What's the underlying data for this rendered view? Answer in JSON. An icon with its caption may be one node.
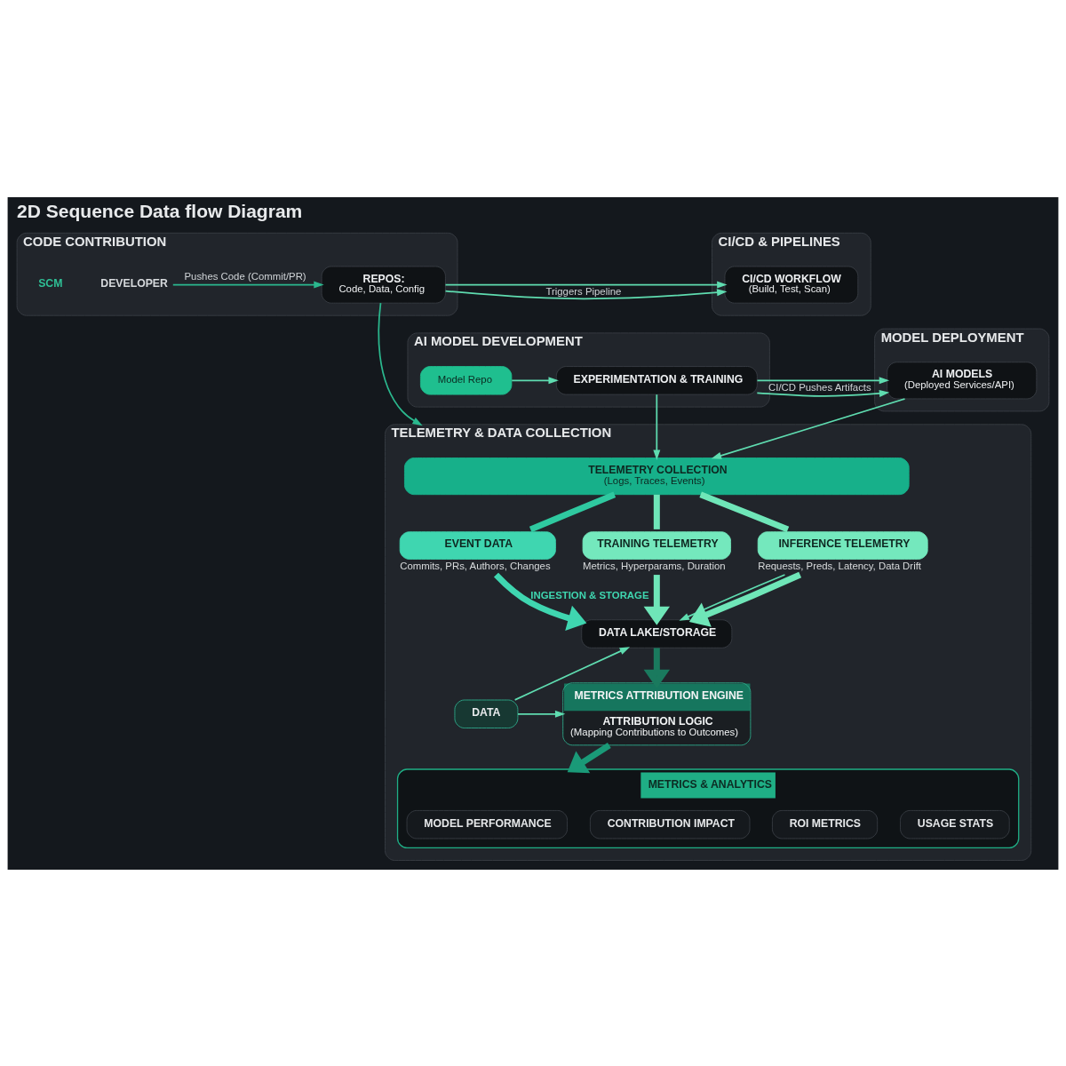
{
  "diagram": {
    "title": "2D Sequence Data flow Diagram",
    "nodes": [
      {
        "text": [
          "CODE CONTRIBUTION"
        ]
      },
      {
        "text": [
          "DEVELOPER"
        ],
        "in": 0
      },
      {
        "text": [
          "REPOS:",
          "Code, Data, Config"
        ],
        "in": 0
      },
      {
        "text": [
          "CI/CD & PIPELINES"
        ]
      },
      {
        "text": [
          "CI/CD WORKFLOW",
          "(Build, Test, Scan)"
        ],
        "in": 3
      },
      {
        "text": [
          "AI MODEL DEVELOPMENT"
        ]
      },
      {
        "text": [
          "Model Repo"
        ],
        "in": 5
      },
      {
        "text": [
          "EXPERIMENTATION & TRAINING"
        ],
        "in": 5
      },
      {
        "text": [
          "MODEL DEPLOYMENT"
        ]
      },
      {
        "text": [
          "AI MODELS",
          "(Deployed Services/API)"
        ],
        "in": 8
      },
      {
        "text": [
          "TELEMETRY & DATA COLLECTION"
        ]
      },
      {
        "text": [
          "TELEMETRY COLLECTION",
          "(Logs, Traces, Events)"
        ],
        "in": 10
      },
      {
        "text": [
          "EVENT DATA"
        ],
        "beside": [
          "Commits, PRs, Authors, Changes"
        ],
        "in": 10
      },
      {
        "text": [
          "TRAINING TELEMETRY"
        ],
        "beside": [
          "Metrics, Hyperparams, Duration"
        ],
        "in": 10
      },
      {
        "text": [
          "INFERENCE TELEMETRY"
        ],
        "beside": [
          "Requests, Preds, Latency, Data Drift"
        ],
        "in": 10
      },
      {
        "text": [
          "DATA LAKE/STORAGE"
        ],
        "in": 10
      },
      {
        "text": [
          "METRICS ATTRIBUTION ENGINE",
          "ATTRIBUTION LOGIC",
          "(Mapping Contributions to Outcomes)"
        ],
        "in": 10
      },
      {
        "text": [
          "DATA"
        ],
        "in": 10
      },
      {
        "text": [
          "METRICS & ANALYTICS"
        ],
        "in": 10
      },
      {
        "text": [
          "MODEL PERFORMANCE"
        ],
        "in": 18
      },
      {
        "text": [
          "CONTRIBUTION IMPACT"
        ],
        "in": 18
      },
      {
        "text": [
          "ROI METRICS"
        ],
        "in": 18
      },
      {
        "text": [
          "USAGE STATS"
        ],
        "in": 18
      }
    ],
    "edges": [
      {
        "from": 1,
        "to": 2,
        "arrow": "to",
        "label": "Pushes Code (Commit/PR)",
        "color": "#2bb88e"
      },
      {
        "from": 2,
        "to": 4,
        "arrow": "to",
        "label": "Triggers Pipeline"
      },
      {
        "from": 2,
        "to": 10,
        "arrow": "to",
        "color": "#2bb88e"
      },
      {
        "from": 6,
        "to": 7,
        "arrow": "to"
      },
      {
        "from": 7,
        "to": 9,
        "arrow": "to",
        "label": "CI/CD Pushes Artifacts"
      },
      {
        "from": 7,
        "to": 11,
        "arrow": "to"
      },
      {
        "from": 9,
        "to": 11,
        "arrow": "to"
      },
      {
        "from": 11,
        "to": 12,
        "arrow": "none",
        "style": "thick",
        "color": "#2fc9a0"
      },
      {
        "from": 11,
        "to": 13,
        "arrow": "none",
        "style": "thick",
        "color": "#6fe6b8"
      },
      {
        "from": 11,
        "to": 14,
        "arrow": "none",
        "style": "thick",
        "color": "#6fe6b8"
      },
      {
        "from": 12,
        "to": 15,
        "arrow": "to",
        "label": "INGESTION & STORAGE",
        "style": "thick",
        "color": "#3fd6b0"
      },
      {
        "from": 13,
        "to": 15,
        "arrow": "to",
        "style": "thick",
        "color": "#6fe6b8"
      },
      {
        "from": 14,
        "to": 15,
        "arrow": "to"
      },
      {
        "from": 14,
        "to": 15,
        "arrow": "to",
        "style": "thick",
        "color": "#6fe6b8"
      },
      {
        "from": 17,
        "to": 15,
        "arrow": "to"
      },
      {
        "from": 17,
        "to": 16,
        "arrow": "to"
      },
      {
        "from": 15,
        "to": 16,
        "arrow": "to",
        "style": "thick",
        "color": "#1a7a5e"
      },
      {
        "from": 16,
        "to": 18,
        "arrow": "to",
        "style": "thick",
        "color": "#1a9a78"
      }
    ],
    "labels": [
      "SCM"
    ]
  }
}
